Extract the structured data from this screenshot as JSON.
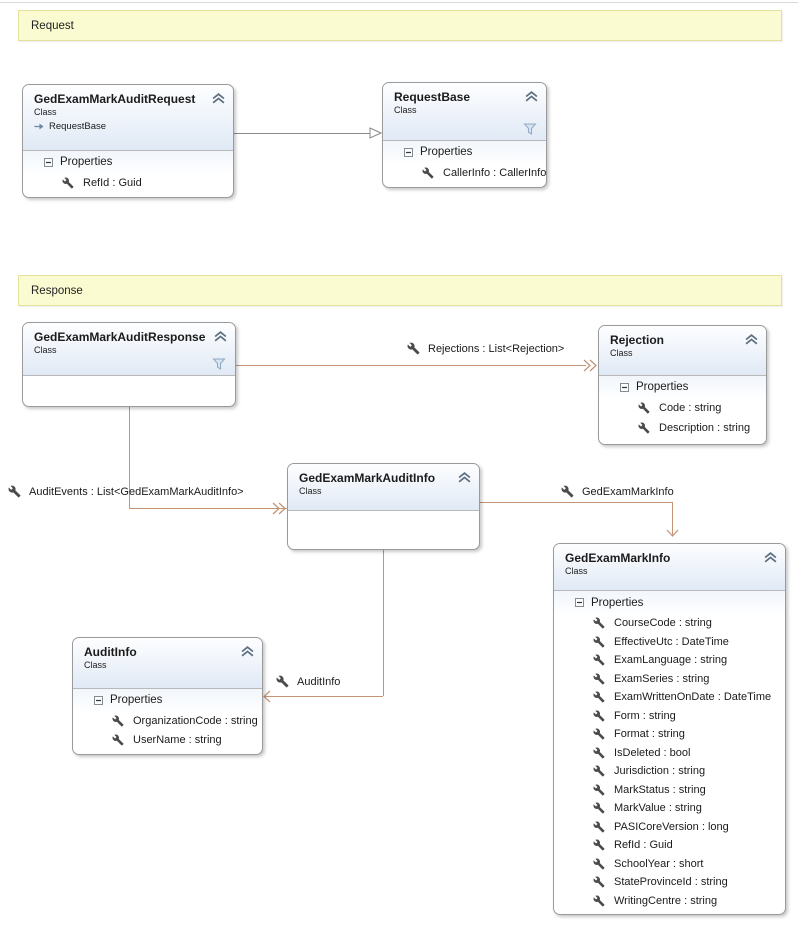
{
  "bands": {
    "request": {
      "label": "Request"
    },
    "response": {
      "label": "Response"
    }
  },
  "classes": {
    "auditRequest": {
      "name": "GedExamMarkAuditRequest",
      "stereotype": "Class",
      "base": "RequestBase",
      "properties_title": "Properties",
      "members": [
        "RefId : Guid"
      ]
    },
    "requestBase": {
      "name": "RequestBase",
      "stereotype": "Class",
      "properties_title": "Properties",
      "members": [
        "CallerInfo : CallerInfo"
      ]
    },
    "auditResponse": {
      "name": "GedExamMarkAuditResponse",
      "stereotype": "Class"
    },
    "rejection": {
      "name": "Rejection",
      "stereotype": "Class",
      "properties_title": "Properties",
      "members": [
        "Code : string",
        "Description : string"
      ]
    },
    "markAuditInfo": {
      "name": "GedExamMarkAuditInfo",
      "stereotype": "Class"
    },
    "markInfo": {
      "name": "GedExamMarkInfo",
      "stereotype": "Class",
      "properties_title": "Properties",
      "members": [
        "CourseCode : string",
        "EffectiveUtc : DateTime",
        "ExamLanguage : string",
        "ExamSeries : string",
        "ExamWrittenOnDate : DateTime",
        "Form : string",
        "Format : string",
        "IsDeleted : bool",
        "Jurisdiction : string",
        "MarkStatus : string",
        "MarkValue : string",
        "PASICoreVersion : long",
        "RefId : Guid",
        "SchoolYear : short",
        "StateProvinceId : string",
        "WritingCentre : string"
      ]
    },
    "auditInfo": {
      "name": "AuditInfo",
      "stereotype": "Class",
      "properties_title": "Properties",
      "members": [
        "OrganizationCode : string",
        "UserName : string"
      ]
    }
  },
  "associations": {
    "rejections": {
      "label": "Rejections : List<Rejection>"
    },
    "auditEvents": {
      "label": "AuditEvents : List<GedExamMarkAuditInfo>"
    },
    "markInfo": {
      "label": "GedExamMarkInfo"
    },
    "auditInfo": {
      "label": "AuditInfo"
    }
  },
  "colors": {
    "association_line": "#C39577",
    "inheritance_line": "#8A8A8A",
    "band_fill": "#FBFBD2",
    "band_border": "#E2E29C",
    "header_gradient_bottom": "#E0E9F5",
    "box_border": "#9A9A9A"
  }
}
